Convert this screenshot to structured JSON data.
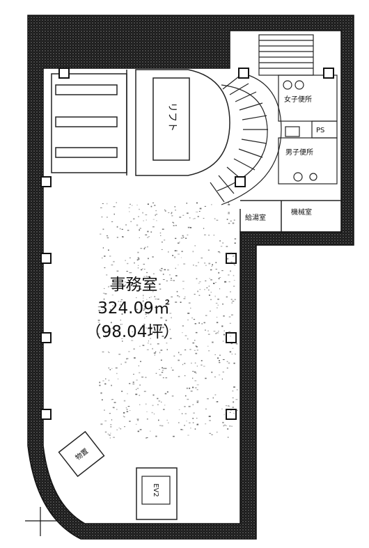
{
  "rooms": {
    "office_name": "事務室",
    "office_area_m2": "324.09㎡",
    "office_area_tsubo": "（98.04坪）",
    "lift": "リフト",
    "womens_toilet": "女子便所",
    "mens_toilet": "男子便所",
    "pipe_shaft": "PS",
    "kitchenette": "給湯室",
    "machine_room": "機械室",
    "storage": "物置",
    "elevator": "EV2"
  },
  "colors": {
    "wall": "#1f1f1f",
    "line": "#222222",
    "background": "#ffffff"
  }
}
